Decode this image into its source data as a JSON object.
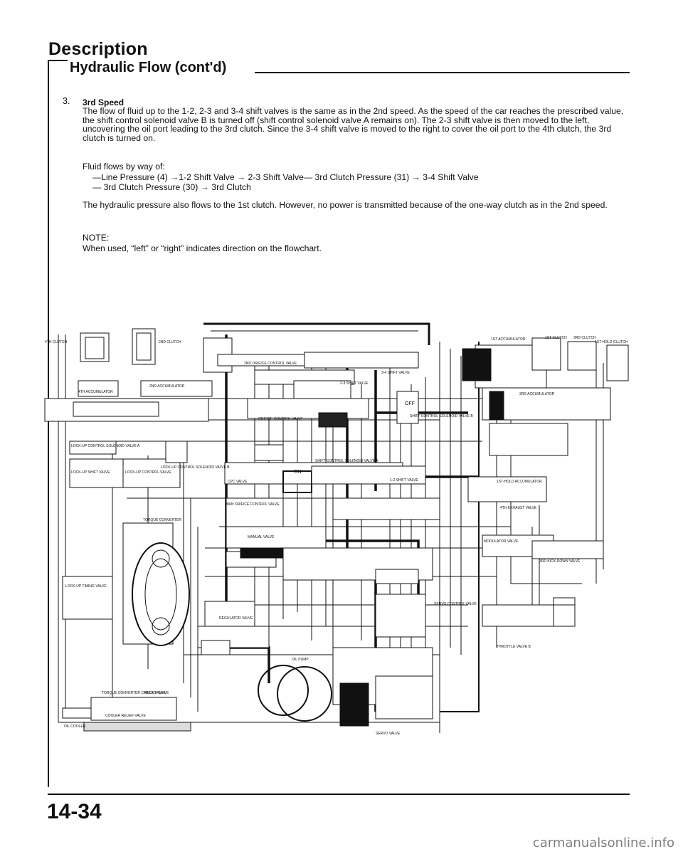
{
  "header": {
    "title": "Description",
    "section_title": "Hydraulic Flow (cont'd)"
  },
  "step": {
    "number": "3.",
    "heading": "3rd Speed",
    "paragraph1": "The flow of fluid up to the 1-2, 2-3 and 3-4 shift valves is the same as in the 2nd speed. As the speed of the car reaches the prescribed value, the shift control solenoid valve B is turned off (shift control solenoid valve A remains on). The 2-3 shift valve is then moved to the left, uncovering the oil port leading to the 3rd clutch. Since the 3-4 shift valve is moved to the right to cover the oil port to the 4th clutch, the 3rd clutch is turned on.",
    "fluid_flows_label": "Fluid flows by way of:",
    "flow_line1": "—Line Pressure (4) →1-2 Shift Valve → 2-3 Shift Valve— 3rd Clutch Pressure (31) → 3-4 Shift Valve",
    "flow_line2": "— 3rd Clutch Pressure (30) → 3rd Clutch",
    "paragraph2": "The hydraulic pressure also flows to the 1st clutch. However, no power is transmitted because of the one-way clutch as in the 2nd speed.",
    "note_label": "NOTE:",
    "note_text": "When used, “left” or “right” indicates direction on the flowchart."
  },
  "diagram": {
    "labels": {
      "fourth_clutch": "4TH CLUTCH",
      "second_clutch": "2ND CLUTCH",
      "first_accumulator": "1ST ACCUMULATOR",
      "first_clutch": "1ST CLUTCH",
      "third_clutch": "3RD CLUTCH",
      "first_hold_clutch": "1ST-HOLD CLUTCH",
      "second_orifice": "2ND ORIFICE CONTROL VALVE",
      "shift_34": "3-4 SHIFT VALVE",
      "shift_23": "2-3 SHIFT VALVE",
      "fourth_accumulator": "4TH ACCUMULATOR",
      "second_accumulator": "2ND ACCUMULATOR",
      "third_accumulator": "3RD ACCUMULATOR",
      "orifice_control": "ORIFICE CONTROL VALVE",
      "off": "OFF",
      "on": "ON",
      "shift_control_b": "SHIFT CONTROL SOLENOID VALVE B",
      "shift_control_a": "SHIFT CONTROL SOLENOID VALVE A",
      "lockup_control_a": "LOCK-UP CONTROL SOLENOID VALVE A",
      "lockup_control_b": "LOCK-UP CONTROL SOLENOID VALVE B",
      "lockup_shift": "LOCK-UP SHIFT VALVE",
      "lockup_control": "LOCK-UP CONTROL VALVE",
      "cpc_valve": "CPC VALVE",
      "shift_12": "1-2 SHIFT VALVE",
      "first_hold_accumulator": "1ST-HOLD ACCUMULATOR",
      "main_orifice": "MAIN ORIFICE CONTROL VALVE",
      "fourth_exhaust": "4TH EXHAUST VALVE",
      "torque_converter": "TORQUE CONVERTER",
      "manual_valve": "MANUAL VALVE",
      "modulator": "MODULATOR VALVE",
      "kickdown": "3RD KICK-DOWN VALVE",
      "lockup_timing": "LOCK-UP TIMING VALVE",
      "servo_control": "SERVO CONTROL VALVE",
      "regulator": "REGULATOR VALVE",
      "tc_check": "TORQUE CONVERTER CHECK VALVE",
      "relief": "RELIEF VALVE",
      "cooler_relief": "COOLER RELIEF VALVE",
      "oil_cooler": "OIL COOLER",
      "oil_pump": "OIL PUMP",
      "throttle_b": "THROTTLE VALVE B",
      "servo_valve": "SERVO VALVE"
    }
  },
  "footer": {
    "page_number": "14-34",
    "watermark": "carmanualsonline.info"
  },
  "colors": {
    "ink": "#111111",
    "watermark": "#7f7f7f"
  }
}
